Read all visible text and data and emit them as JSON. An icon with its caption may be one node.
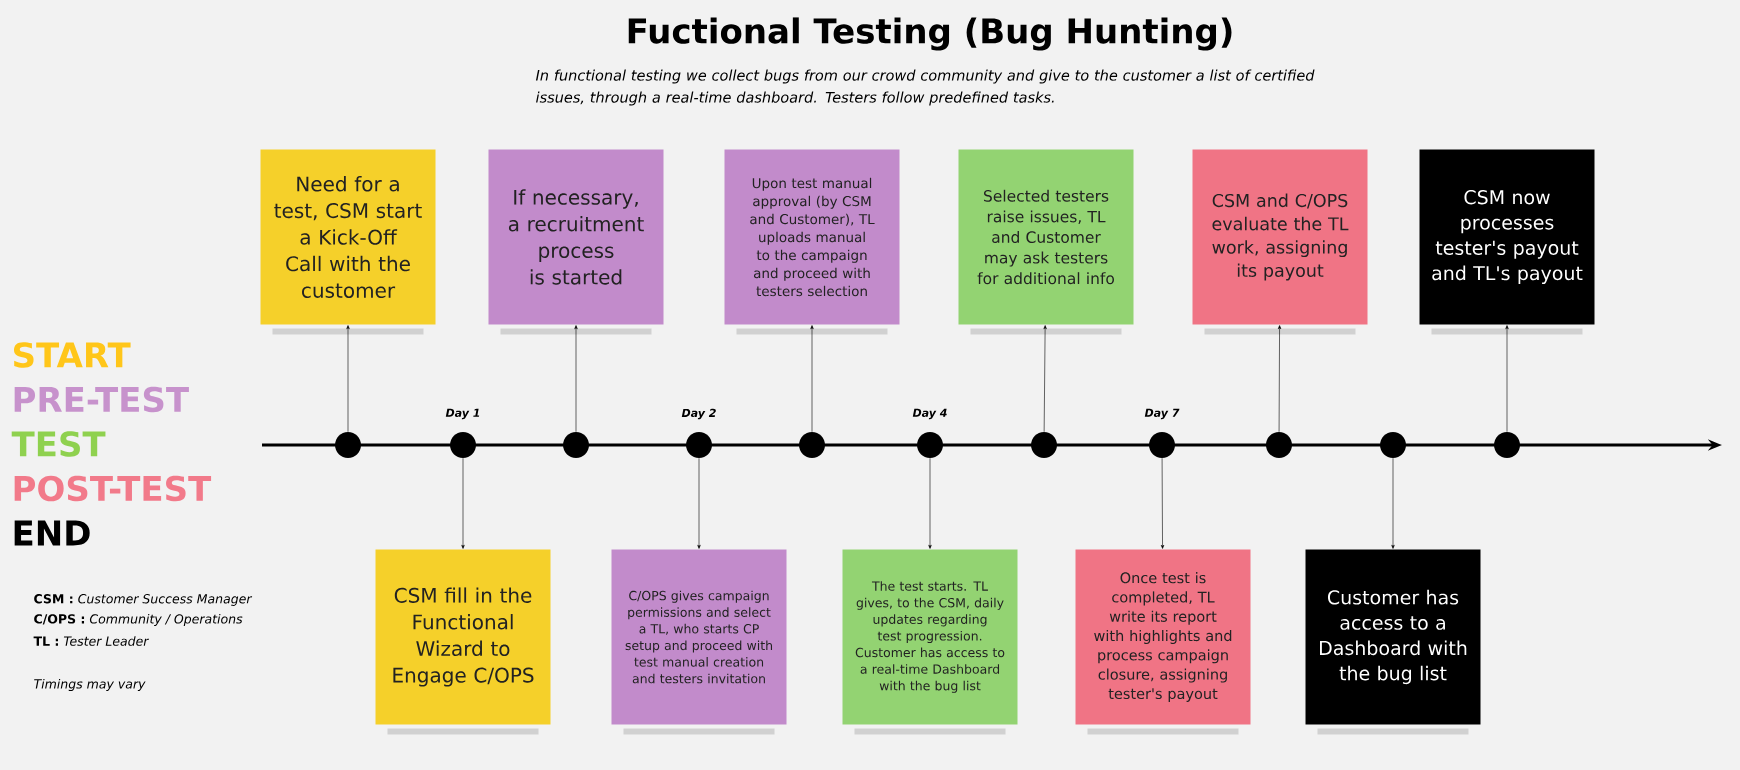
{
  "diagram": {
    "title": "Fuctional Testing (Bug Hunting)",
    "caption": "In functional testing we collect bugs from our crowd community and give to the customer a list of certified issues, through a real-time dashboard. Testers follow predefined tasks.",
    "nodes": [
      {
        "text": [],
        "shape": "circle"
      },
      {
        "text": [],
        "shape": "circle",
        "beside": [
          "Day 1"
        ]
      },
      {
        "text": [],
        "shape": "circle"
      },
      {
        "text": [],
        "shape": "circle",
        "beside": [
          "Day 2"
        ]
      },
      {
        "text": [],
        "shape": "circle"
      },
      {
        "text": [],
        "shape": "circle",
        "beside": [
          "Day 4"
        ]
      },
      {
        "text": [],
        "shape": "circle"
      },
      {
        "text": [],
        "shape": "circle",
        "beside": [
          "Day 7"
        ]
      },
      {
        "text": [],
        "shape": "circle"
      },
      {
        "text": [],
        "shape": "circle"
      },
      {
        "text": [],
        "shape": "circle"
      },
      {
        "text": [
          "Need for a test, CSM start a Kick-Off Call with the customer"
        ]
      },
      {
        "text": [
          "If necessary, a recruitment process is started"
        ]
      },
      {
        "text": [
          "Upon test manual approval (by CSM and Customer), TL uploads manual to the campaign and proceed with testers selection"
        ]
      },
      {
        "text": [
          "Selected testers raise issues, TL and Customer may ask testers for additional info"
        ]
      },
      {
        "text": [
          "CSM and C/OPS evaluate the TL work, assigning its payout"
        ]
      },
      {
        "text": [
          "CSM now processes tester's payout and TL's payout"
        ]
      },
      {
        "text": [
          "CSM fill in the Functional Wizard to Engage C/OPS"
        ]
      },
      {
        "text": [
          "C/OPS gives campaign permissions and select a TL, who starts CP setup and proceed with test manual creation and testers invitation"
        ]
      },
      {
        "text": [
          "The test starts. TL gives, to the CSM, daily updates regarding test progression. Customer has access to a real-time Dashboard with the bug list"
        ]
      },
      {
        "text": [
          "Once test is completed, TL write its report with highlights and process campaign closure, assigning tester's payout"
        ]
      },
      {
        "text": [
          "Customer has access to a Dashboard with the bug list"
        ]
      }
    ],
    "edges": [
      {
        "from": 0,
        "to": 11,
        "arrow": "to"
      },
      {
        "from": 1,
        "to": 17,
        "arrow": "to"
      },
      {
        "from": 2,
        "to": 12,
        "arrow": "to"
      },
      {
        "from": 3,
        "to": 18,
        "arrow": "to"
      },
      {
        "from": 4,
        "to": 13,
        "arrow": "to"
      },
      {
        "from": 5,
        "to": 19,
        "arrow": "to"
      },
      {
        "from": 6,
        "to": 14,
        "arrow": "to"
      },
      {
        "from": 7,
        "to": 20,
        "arrow": "to"
      },
      {
        "from": 8,
        "to": 15,
        "arrow": "to"
      },
      {
        "from": 9,
        "to": 21,
        "arrow": "to"
      },
      {
        "from": 10,
        "to": 16,
        "arrow": "to"
      }
    ],
    "labels": [
      "**CSM :** *Customer Success Manager*",
      "**C/OPS :** *Community / Operations*",
      "**TL :** *Tester Leader*",
      "Timings may vary"
    ],
    "legend": [
      {
        "text": "START",
        "color": "#ffc61a"
      },
      {
        "text": "PRE-TEST",
        "color": "#c792cc"
      },
      {
        "text": "TEST",
        "color": "#8fd14f"
      },
      {
        "text": "POST-TEST",
        "color": "#f27a8a"
      },
      {
        "text": "END",
        "color": "#000000"
      }
    ]
  }
}
